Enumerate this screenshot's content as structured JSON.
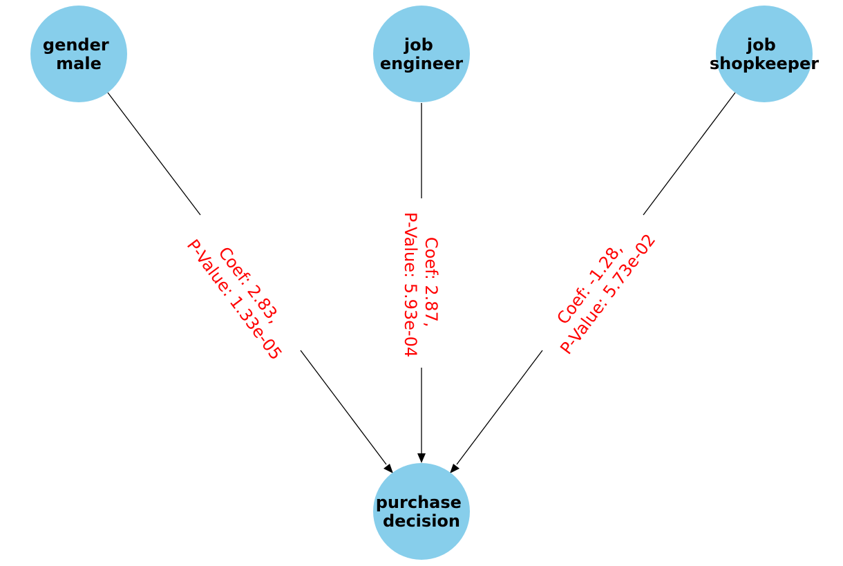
{
  "nodes": {
    "gender_male": {
      "lines": [
        "gender",
        "male"
      ]
    },
    "job_engineer": {
      "lines": [
        "job",
        "engineer"
      ]
    },
    "job_shopkeeper": {
      "lines": [
        "job",
        "shopkeeper"
      ]
    },
    "purchase_decision": {
      "lines": [
        "purchase",
        "decision"
      ]
    }
  },
  "edges": [
    {
      "from": "gender_male",
      "to": "purchase_decision",
      "label_lines": [
        "Coef: 2.83,",
        "P-Value: 1.33e-05"
      ]
    },
    {
      "from": "job_engineer",
      "to": "purchase_decision",
      "label_lines": [
        "Coef: 2.87,",
        "P-Value: 5.93e-04"
      ]
    },
    {
      "from": "job_shopkeeper",
      "to": "purchase_decision",
      "label_lines": [
        "Coef: -1.28,",
        "P-Value: 5.73e-02"
      ]
    }
  ],
  "colors": {
    "node_fill": "#87CEEB",
    "node_text": "#000000",
    "edge": "#000000",
    "edge_label": "#ff0000"
  }
}
